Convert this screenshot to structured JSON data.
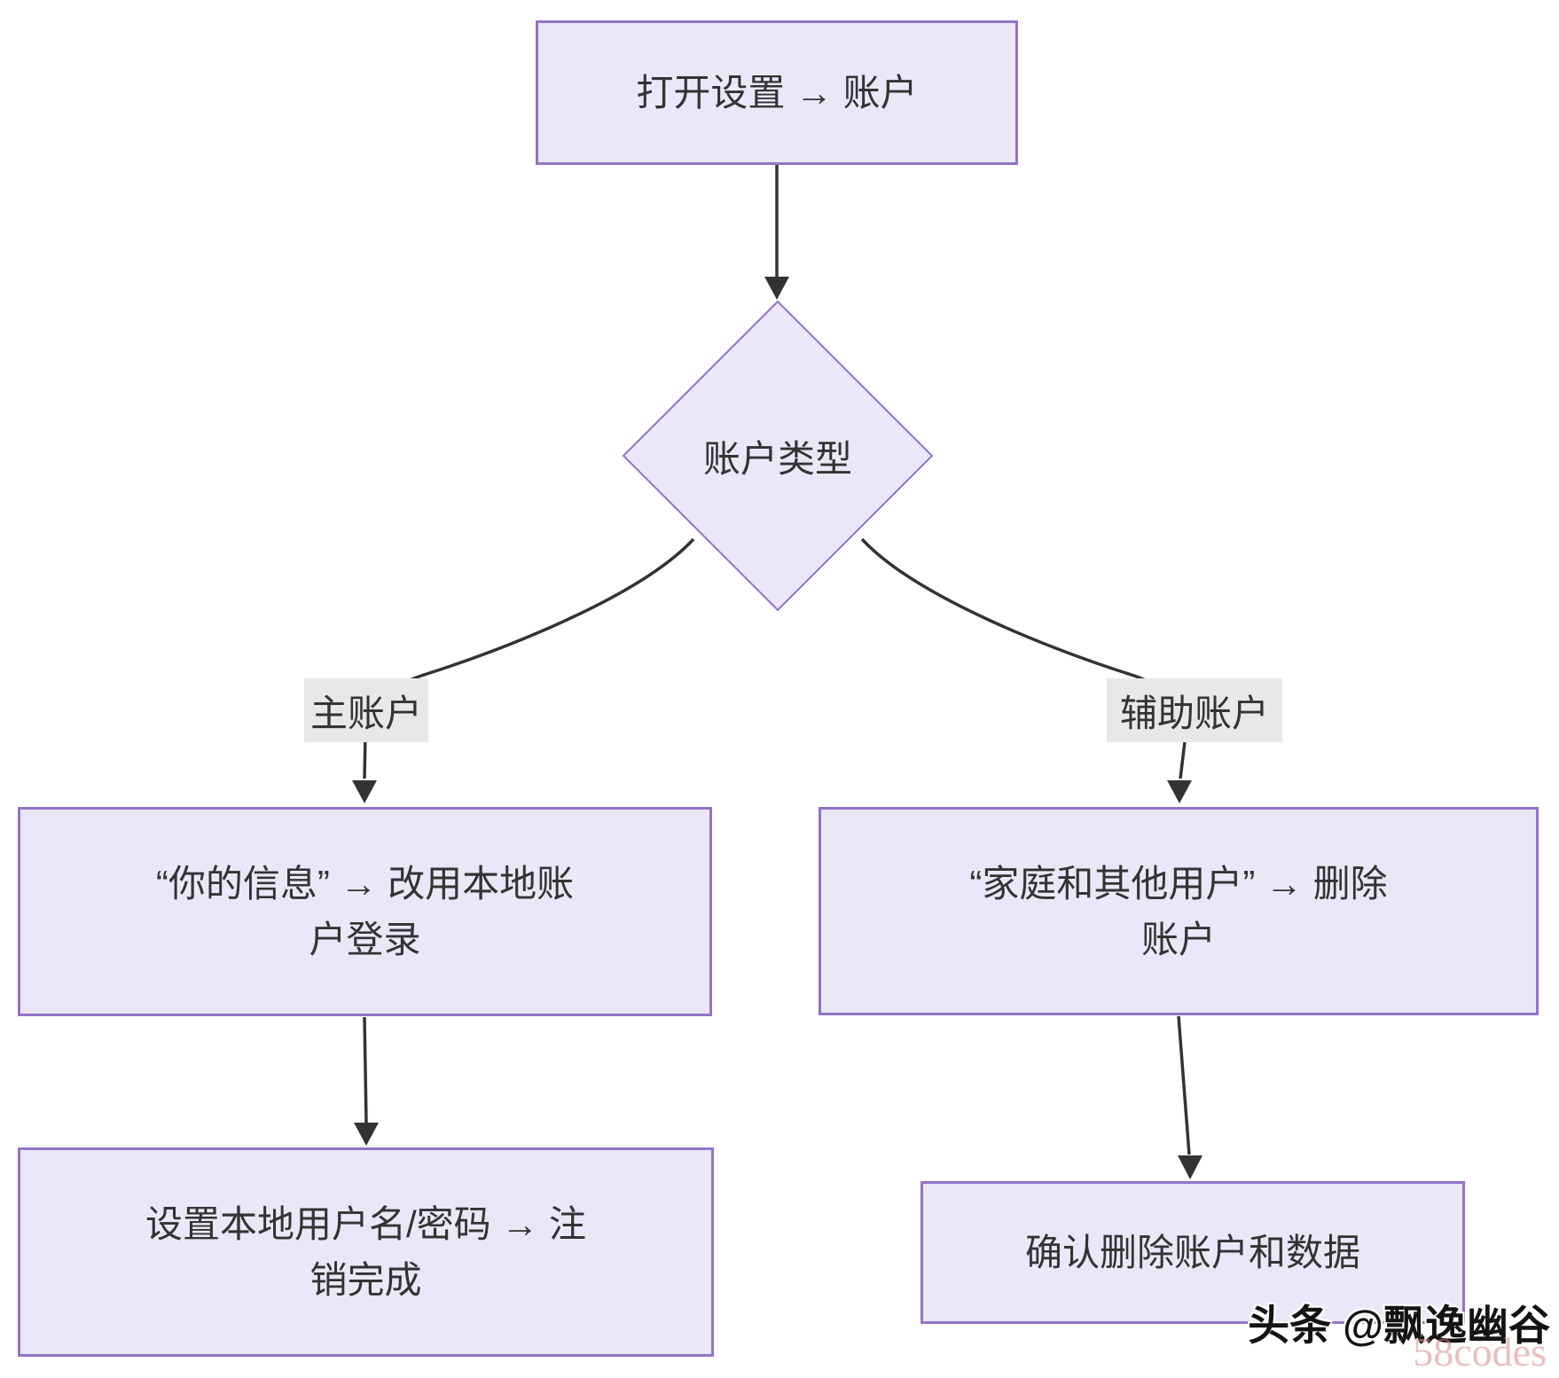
{
  "colors": {
    "node_fill": "#EAE8F8",
    "node_border": "#9473C6",
    "edge_stroke": "#333333",
    "text": "#333333",
    "edge_label_bg": "#E8E8E8",
    "watermark_text": "#141414",
    "watermark_codes": "#DD8A8A"
  },
  "nodes": {
    "open_settings": {
      "label": "打开设置 → 账户"
    },
    "account_type": {
      "label": "账户类型"
    },
    "your_info": {
      "label": "“你的信息” → 改用本地账\n户登录"
    },
    "family_users": {
      "label": "“家庭和其他用户” → 删除\n账户"
    },
    "set_local": {
      "label": "设置本地用户名/密码 → 注\n销完成"
    },
    "confirm_delete": {
      "label": "确认删除账户和数据"
    }
  },
  "edge_labels": {
    "primary": "主账户",
    "secondary": "辅助账户"
  },
  "watermark": {
    "byline": "头条 @飘逸幽谷",
    "site": "58codes"
  }
}
